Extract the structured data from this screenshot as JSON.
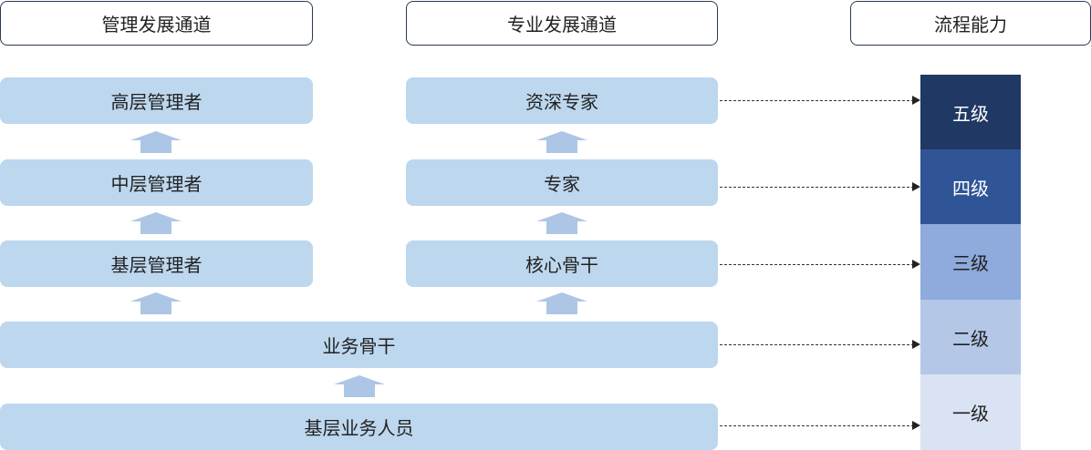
{
  "headers": {
    "management": "管理发展通道",
    "professional": "专业发展通道",
    "process": "流程能力"
  },
  "management_track": {
    "senior": "高层管理者",
    "middle": "中层管理者",
    "junior": "基层管理者"
  },
  "professional_track": {
    "senior_expert": "资深专家",
    "expert": "专家",
    "core_backbone": "核心骨干"
  },
  "shared": {
    "business_backbone": "业务骨干",
    "entry_staff": "基层业务人员"
  },
  "levels": [
    {
      "label": "五级",
      "color": "#203864",
      "text_color": "#ffffff"
    },
    {
      "label": "四级",
      "color": "#2f5597",
      "text_color": "#ffffff"
    },
    {
      "label": "三级",
      "color": "#8faadc",
      "text_color": "#1f1f1f"
    },
    {
      "label": "二级",
      "color": "#b4c7e7",
      "text_color": "#1f1f1f"
    },
    {
      "label": "一级",
      "color": "#dae3f3",
      "text_color": "#1f1f1f"
    }
  ],
  "colors": {
    "node_fill": "#bdd7ee",
    "arrow_fill": "#adc6e5",
    "header_border": "#2a3a55"
  }
}
